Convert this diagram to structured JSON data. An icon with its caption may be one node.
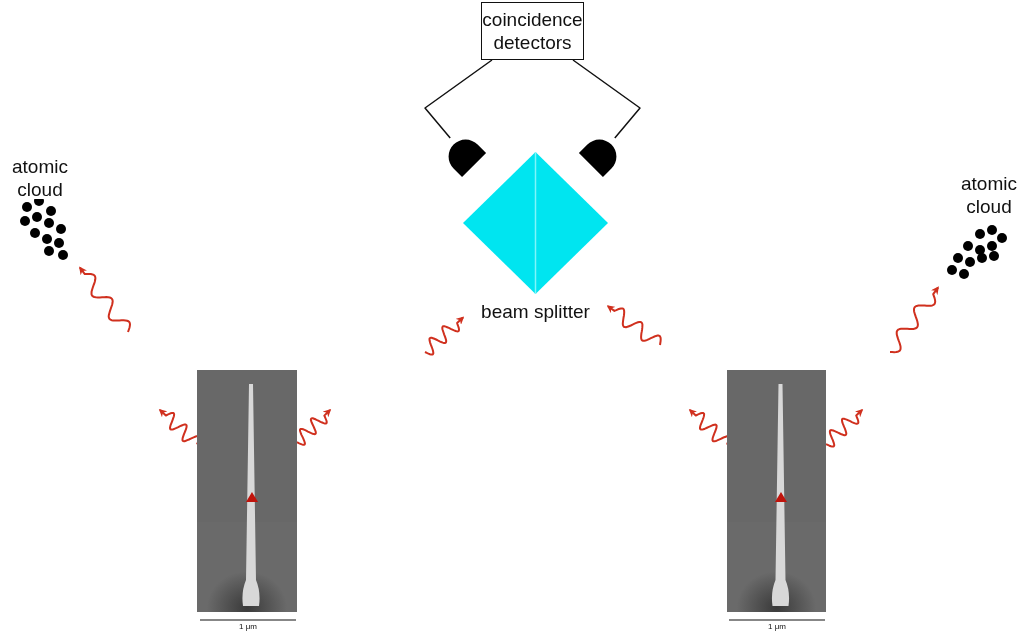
{
  "diagram": {
    "nodes": [
      {
        "text": [
          "coincidence detectors"
        ]
      },
      {
        "text": [],
        "shape": "dome"
      },
      {
        "text": [],
        "shape": "dome"
      },
      {
        "text": [
          "beam splitter"
        ]
      },
      {
        "text": [
          "atomic cloud"
        ]
      },
      {
        "text": [
          "atomic cloud"
        ]
      },
      {
        "text": [],
        "shape": "picture"
      },
      {
        "text": [],
        "shape": "picture"
      }
    ],
    "edges": [
      {
        "from": 0,
        "to": 1,
        "arrow": "none",
        "color": "#111111"
      },
      {
        "from": 0,
        "to": 2,
        "arrow": "none",
        "color": "#111111"
      },
      {
        "from": null,
        "to": 4,
        "arrow": "to",
        "color": "#d0301e"
      },
      {
        "from": null,
        "to": 3,
        "arrow": "to",
        "color": "#d0301e"
      },
      {
        "from": null,
        "to": 3,
        "arrow": "to",
        "color": "#d0301e"
      },
      {
        "from": null,
        "to": 5,
        "arrow": "to",
        "color": "#d0301e"
      },
      {
        "from": 6,
        "to": null,
        "arrow": "to",
        "color": "#d0301e"
      },
      {
        "from": 6,
        "to": null,
        "arrow": "to",
        "color": "#d0301e"
      },
      {
        "from": 7,
        "to": null,
        "arrow": "to",
        "color": "#d0301e"
      },
      {
        "from": 7,
        "to": null,
        "arrow": "to",
        "color": "#d0301e"
      }
    ],
    "labels": [
      "1 μm",
      "1 μm"
    ]
  }
}
